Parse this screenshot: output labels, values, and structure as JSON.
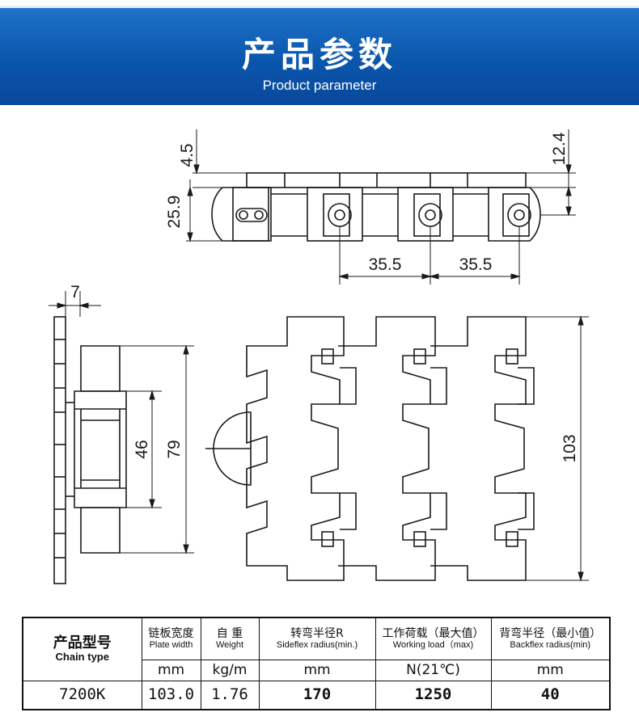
{
  "header": {
    "title": "产品参数",
    "subtitle": "Product parameter"
  },
  "drawing": {
    "top_view": {
      "dim_top": "4.5",
      "dim_right": "12.4",
      "dim_height": "25.9",
      "pitch_left": "35.5",
      "pitch_right": "35.5"
    },
    "side_view": {
      "dim_width": "7",
      "dim_inner": "46",
      "dim_outer": "79"
    },
    "plan_view": {
      "dim_total": "103"
    }
  },
  "table": {
    "columns": [
      {
        "zh": "产品型号",
        "en": "Chain type"
      },
      {
        "zh": "链板宽度",
        "en": "Plate width",
        "unit": "mm"
      },
      {
        "zh": "自  重",
        "en": "Weight",
        "unit": "kg/m"
      },
      {
        "zh": "转弯半径R",
        "en": "Sideflex radius(min.)",
        "unit": "mm"
      },
      {
        "zh": "工作荷载（最大值）",
        "en": "Working load（max)",
        "unit": "N(21℃)"
      },
      {
        "zh": "背弯半径（最小值）",
        "en": "Backflex radius(min)",
        "unit": "mm"
      }
    ],
    "rows": [
      [
        "7200K",
        "103.0",
        "1.76",
        "170",
        "1250",
        "40"
      ]
    ]
  }
}
